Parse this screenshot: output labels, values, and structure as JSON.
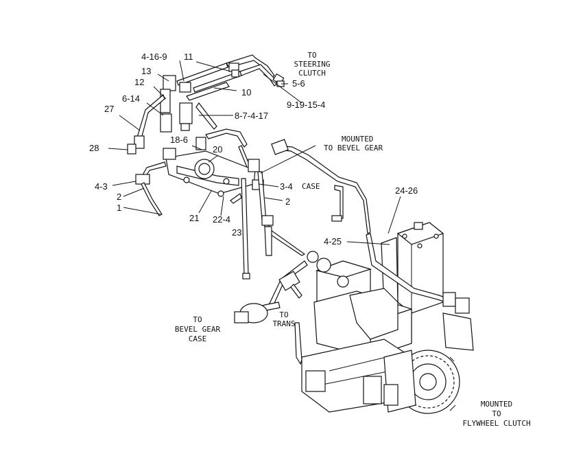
{
  "callouts": {
    "c4_16_9": "4-16-9",
    "c11": "11",
    "c13": "13",
    "c12": "12",
    "c6_14": "6-14",
    "c27": "27",
    "c10": "10",
    "c5_6": "5-6",
    "c9_19_15_4": "9-19-15-4",
    "c8_7_4_17": "8-7-4-17",
    "c18_6": "18-6",
    "c20": "20",
    "c28": "28",
    "c4_3": "4-3",
    "c2_left": "2",
    "c1": "1",
    "c21": "21",
    "c22_4": "22-4",
    "c23": "23",
    "c3_4": "3-4",
    "c2_right": "2",
    "c24_26": "24-26",
    "c4_25": "4-25"
  },
  "notes": {
    "steering": [
      "TO",
      "STEERING",
      "CLUTCH"
    ],
    "bevel_mounted": [
      "MOUNTED",
      "TO BEVEL GEAR",
      "CASE"
    ],
    "bevel_to": [
      "TO",
      "BEVEL GEAR",
      "CASE"
    ],
    "trans": [
      "TO",
      "TRANS"
    ],
    "flywheel": [
      "MOUNTED",
      "TO",
      "FLYWHEEL CLUTCH"
    ]
  }
}
